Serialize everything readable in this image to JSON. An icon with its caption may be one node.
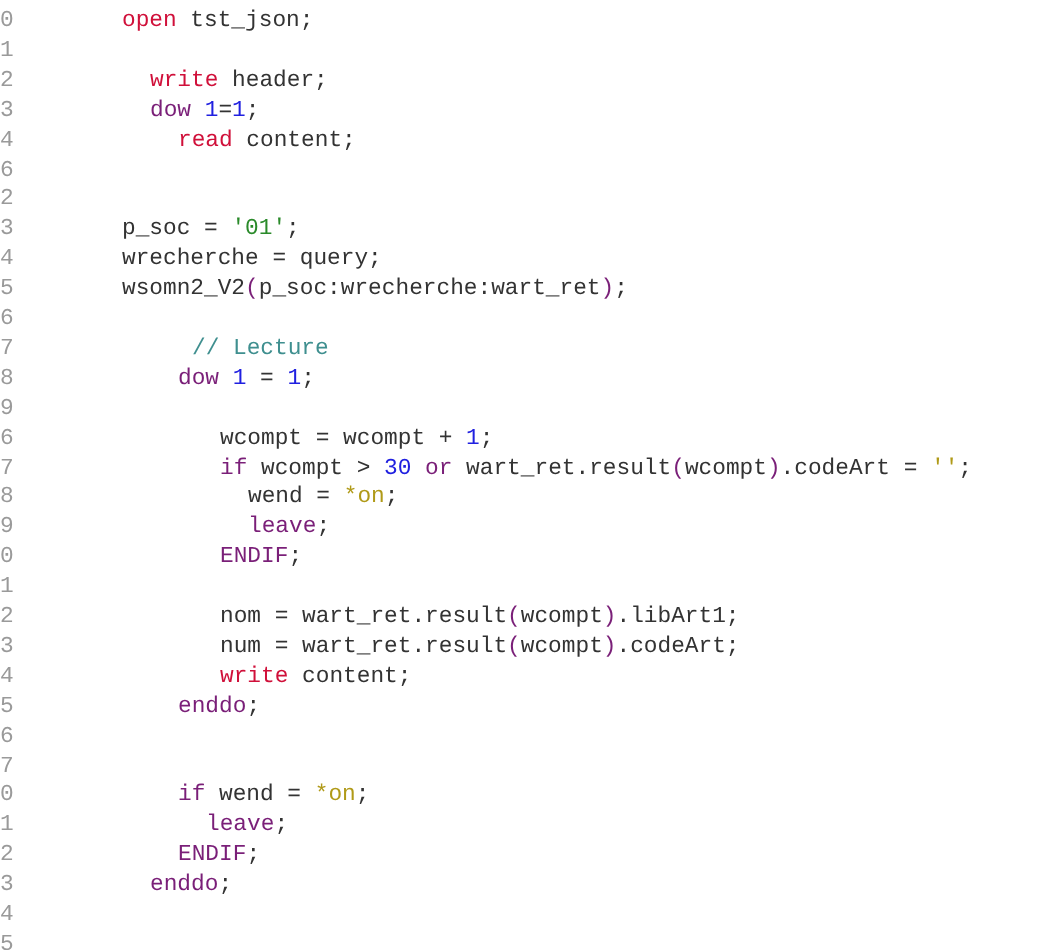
{
  "diagram": {
    "labels": [
      "0",
      "open tst_json;",
      "1",
      "2",
      "write header;",
      "3",
      "dow 1=1;",
      "4",
      "read content;",
      "6",
      "2",
      "3",
      "p_soc = '01';",
      "4",
      "wrecherche = query;",
      "5",
      "wsomn2_V2(p_soc:wrecherche:wart_ret);",
      "6",
      "7",
      "// Lecture",
      "8",
      "dow 1 = 1;",
      "9",
      "6",
      "wcompt = wcompt + 1;",
      "7",
      "if wcompt > 30 or wart_ret.result(wcompt).codeArt = '';",
      "8",
      "wend = *on;",
      "9",
      "leave;",
      "0",
      "ENDIF;",
      "1",
      "2",
      "nom = wart_ret.result(wcompt).libArt1;",
      "3",
      "num = wart_ret.result(wcompt).codeArt;",
      "4",
      "write content;",
      "5",
      "enddo;",
      "6",
      "7",
      "0",
      "if wend = *on;",
      "1",
      "leave;",
      "2",
      "ENDIF;",
      "3",
      "enddo;",
      "4",
      "5"
    ]
  }
}
